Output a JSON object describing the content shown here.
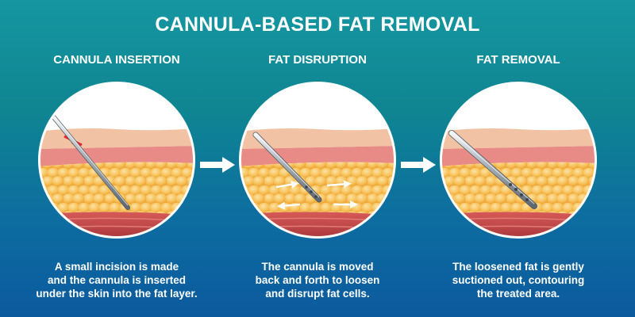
{
  "title": "CANNULA-BASED FAT REMOVAL",
  "steps": [
    {
      "title": "CANNULA INSERTION",
      "caption": [
        "A small incision is made",
        "and the cannula is inserted",
        "under the skin into the fat layer."
      ]
    },
    {
      "title": "FAT DISRUPTION",
      "caption": [
        "The cannula is moved",
        "back and forth to loosen",
        "and disrupt fat cells."
      ]
    },
    {
      "title": "FAT REMOVAL",
      "caption": [
        "The loosened fat is gently",
        "suctioned out, contouring",
        "the treated area."
      ]
    }
  ],
  "colors": {
    "background_top": "#1596a0",
    "background_bottom": "#0c5a9e",
    "skin": "#f1c3a4",
    "dermis": "#e88a86",
    "fat": "#f5b94d",
    "muscle": "#c84a4c",
    "incision": "#e8262e"
  }
}
